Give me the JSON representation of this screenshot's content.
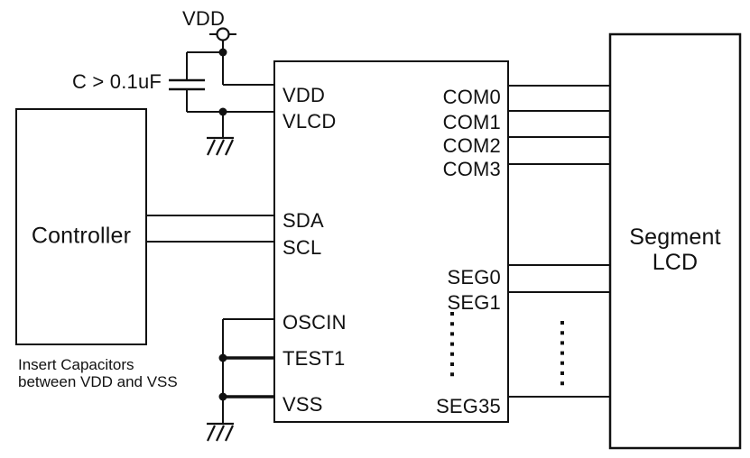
{
  "labels": {
    "power_rail": "VDD",
    "capacitor_value": "C > 0.1uF",
    "controller": "Controller",
    "note_line1": "Insert Capacitors",
    "note_line2": "between VDD and VSS",
    "lcd_line1": "Segment",
    "lcd_line2": "LCD"
  },
  "ic": {
    "left_pins": [
      "VDD",
      "VLCD",
      "SDA",
      "SCL",
      "OSCIN",
      "TEST1",
      "VSS"
    ],
    "right_pins": [
      "COM0",
      "COM1",
      "COM2",
      "COM3",
      "SEG0",
      "SEG1",
      "SEG35"
    ]
  },
  "colors": {
    "line": "#111111",
    "background": "#ffffff"
  }
}
